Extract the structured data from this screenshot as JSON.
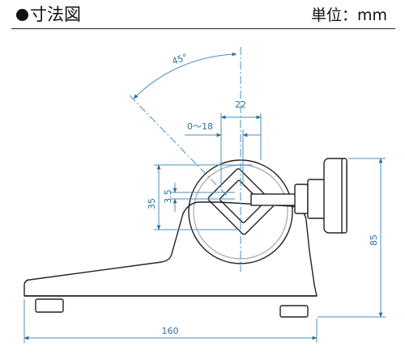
{
  "header": {
    "title": "寸法図",
    "unit_label": "単位：mm"
  },
  "dimensions": {
    "angle": "45°",
    "width_22": "22",
    "range": "0～18",
    "height_35": "35",
    "offset_3_5": "3.5",
    "height_85": "85",
    "length_160": "160"
  },
  "colors": {
    "outline": "#222222",
    "dimension": "#2f6f9f",
    "centerline": "#4a8fc0"
  }
}
